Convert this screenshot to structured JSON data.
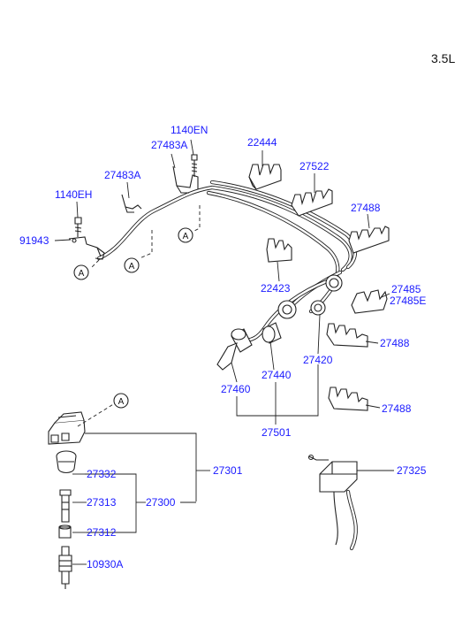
{
  "engine_label": "3.5L",
  "callouts": {
    "c1140EN": "1140EN",
    "c27483A_upper": "27483A",
    "c22444": "22444",
    "c27522": "27522",
    "c27483A_left": "27483A",
    "c1140EH": "1140EH",
    "c27488_top": "27488",
    "c91943": "91943",
    "c22423": "22423",
    "c27485": "27485",
    "c27485E": "27485E",
    "c27488_mid": "27488",
    "c27420": "27420",
    "c27440": "27440",
    "c27460": "27460",
    "c27488_low": "27488",
    "c27501": "27501",
    "c27301": "27301",
    "c27325": "27325",
    "c27332": "27332",
    "c27313": "27313",
    "c27300": "27300",
    "c27312": "27312",
    "c10930A": "10930A"
  },
  "reference_marks": {
    "ref1": "A",
    "ref2": "A",
    "ref3": "A",
    "ref4": "A"
  },
  "colors": {
    "callout_text": "#1a1aff",
    "line_art": "#222222",
    "background": "#ffffff"
  }
}
